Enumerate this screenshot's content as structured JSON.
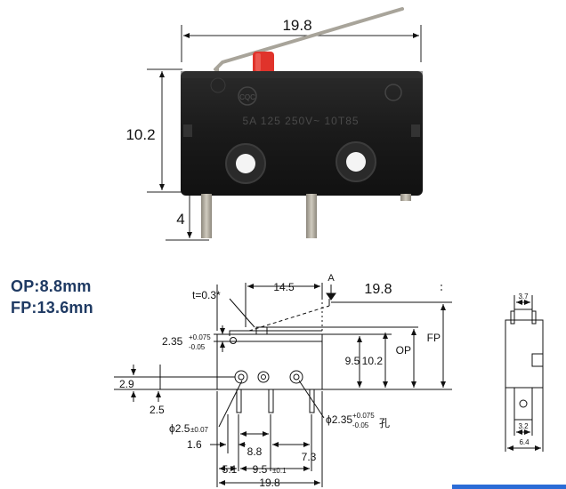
{
  "specs": {
    "op_label": "OP:8.8mm",
    "fp_label": "FP:13.6mn"
  },
  "photo": {
    "width_dim": "19.8",
    "height_dim": "10.2",
    "pin_dim": "4",
    "body_marking": "5A 125 250V~ 10T85"
  },
  "drawing": {
    "top_width_total": "19.8",
    "lever_span": "14.5",
    "actuator_mark": "A",
    "lever_thickness": "t=0.3*",
    "plunger_height": "2.35",
    "plunger_tol_plus": "+0.075",
    "plunger_tol_minus": "-0.05",
    "dim_9_5": "9.5",
    "dim_10_2": "10.2",
    "op": "OP",
    "fp": "FP",
    "dim_2_9": "2.9",
    "dim_2_5": "2.5",
    "hole_small": "ϕ2.5",
    "hole_small_tol": "±0.07",
    "hole_large": "ϕ2.35",
    "hole_large_tol_plus": "+0.075",
    "hole_large_tol_minus": "-0.05",
    "hole_large_note": "孔",
    "dim_1_6": "1.6",
    "dim_8_8": "8.8",
    "dim_7_3": "7.3",
    "dim_5_1": "5.1",
    "dim_9_5_bottom": "9.5",
    "dim_9_5_tol": "±0.1",
    "bottom_width": "19.8"
  },
  "side_view": {
    "top_width": "3.7",
    "bottom_inner": "3.2",
    "bottom_outer": "6.4"
  },
  "colors": {
    "body": "#1c1c1c",
    "plunger": "#e0332b",
    "lever": "#a8a49a",
    "pin": "#b9b3a6",
    "spec_text": "#1f3a63",
    "accent_bar": "#2b6cd6"
  }
}
